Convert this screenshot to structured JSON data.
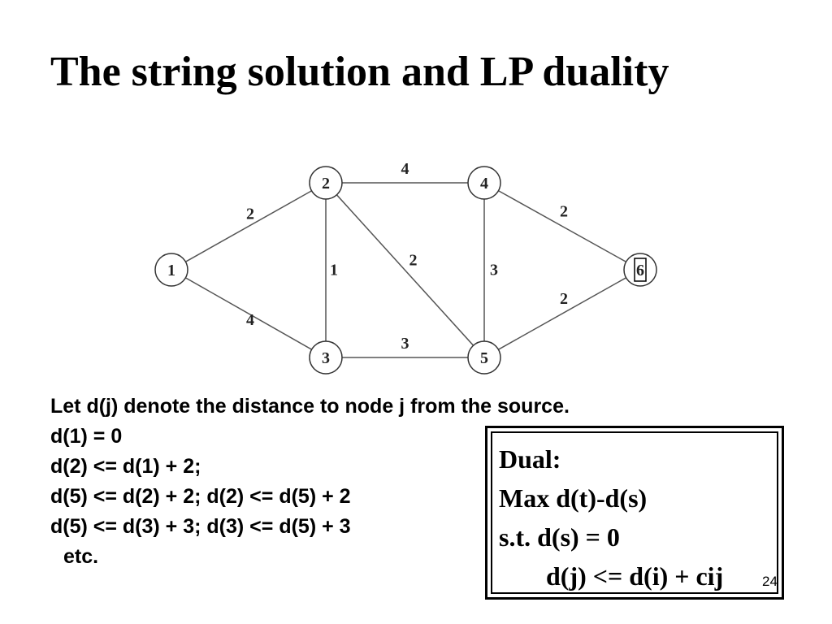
{
  "slide": {
    "title": "The string solution and LP duality",
    "page_number": "24"
  },
  "graph": {
    "nodes": [
      {
        "id": "1",
        "label": "1"
      },
      {
        "id": "2",
        "label": "2"
      },
      {
        "id": "3",
        "label": "3"
      },
      {
        "id": "4",
        "label": "4"
      },
      {
        "id": "5",
        "label": "5"
      },
      {
        "id": "6",
        "label": "6"
      }
    ],
    "edges": [
      {
        "from": "1",
        "to": "2",
        "weight": "2"
      },
      {
        "from": "1",
        "to": "3",
        "weight": "4"
      },
      {
        "from": "2",
        "to": "3",
        "weight": "1"
      },
      {
        "from": "2",
        "to": "4",
        "weight": "4"
      },
      {
        "from": "2",
        "to": "5",
        "weight": "2"
      },
      {
        "from": "3",
        "to": "5",
        "weight": "3"
      },
      {
        "from": "4",
        "to": "5",
        "weight": "3"
      },
      {
        "from": "4",
        "to": "6",
        "weight": "2"
      },
      {
        "from": "5",
        "to": "6",
        "weight": "2"
      }
    ]
  },
  "body": {
    "lines": [
      "Let d(j) denote the distance to node j from the source.",
      "d(1) = 0",
      "d(2) <= d(1) + 2;",
      "d(5) <= d(2) + 2; d(2) <= d(5) + 2",
      "d(5) <= d(3) + 3; d(3) <= d(5) + 3",
      "etc."
    ]
  },
  "dual": {
    "lines": [
      "Dual:",
      "Max d(t)-d(s)",
      "s.t. d(s) = 0",
      "d(j) <= d(i) + cij"
    ]
  }
}
